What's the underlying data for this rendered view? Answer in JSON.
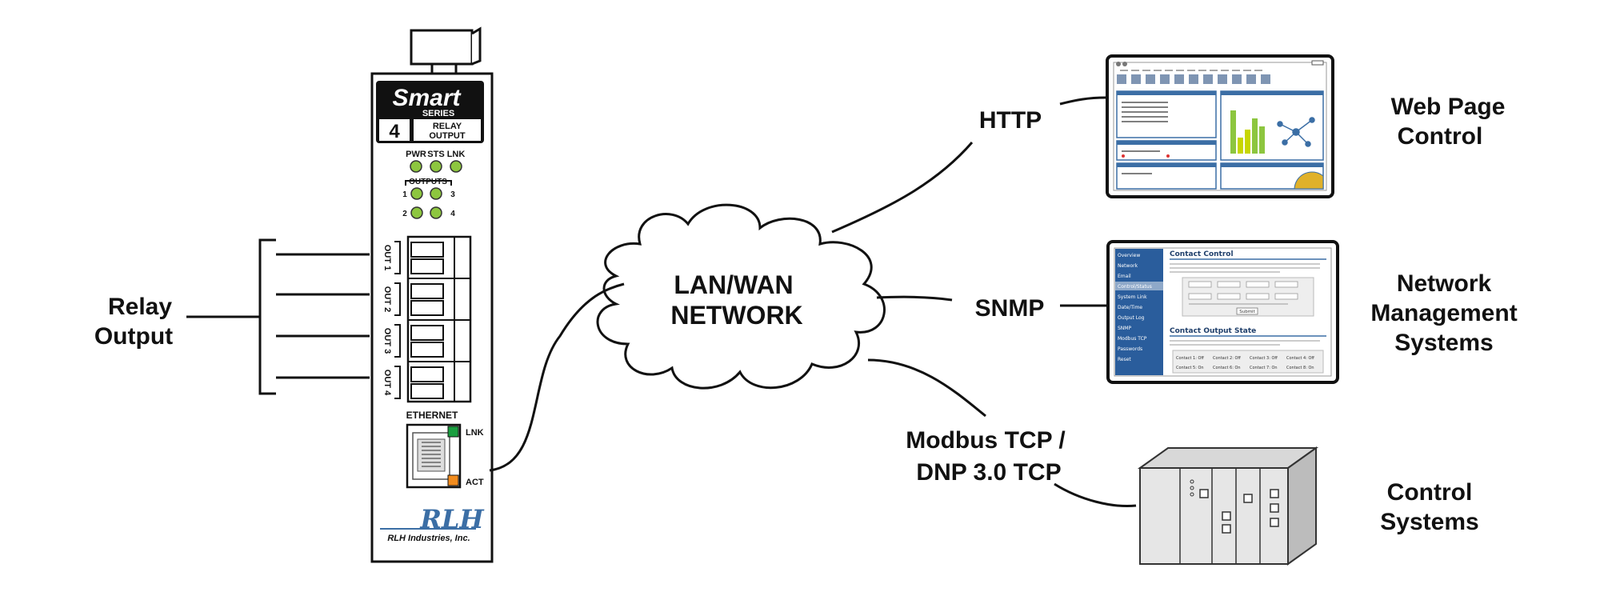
{
  "device": {
    "brand": "Smart",
    "series": "SERIES",
    "number": "4",
    "type_line1": "RELAY",
    "type_line2": "OUTPUT",
    "leds_top": [
      "PWR",
      "STS",
      "LNK"
    ],
    "outputs_label": "OUTPUTS",
    "output_numbers": [
      "1",
      "3",
      "2",
      "4"
    ],
    "terminals": [
      "OUT 1",
      "OUT 2",
      "OUT 3",
      "OUT 4"
    ],
    "ethernet_label": "ETHERNET",
    "lnk_label": "LNK",
    "act_label": "ACT",
    "logo": "RLH",
    "company": "RLH Industries, Inc.",
    "colors": {
      "led": "#8dc63f",
      "lnk": "#1a9e3f",
      "act": "#f28c1e",
      "logo": "#3b6ea5"
    }
  },
  "relay_output": {
    "line1": "Relay",
    "line2": "Output"
  },
  "cloud": {
    "line1": "LAN/WAN",
    "line2": "NETWORK"
  },
  "protocols": {
    "http": "HTTP",
    "snmp": "SNMP",
    "modbus_line1": "Modbus TCP /",
    "modbus_line2": "DNP 3.0 TCP"
  },
  "endpoints": {
    "web": {
      "line1": "Web Page",
      "line2": "Control"
    },
    "nms": {
      "line1": "Network",
      "line2": "Management",
      "line3": "Systems"
    },
    "control": {
      "line1": "Control",
      "line2": "Systems"
    }
  },
  "snmp_screen": {
    "menu": [
      "Overview",
      "Network",
      "Email",
      "Control/Status",
      "System Link",
      "Date/Time",
      "Output Log",
      "SNMP",
      "Modbus TCP",
      "Passwords",
      "Reset"
    ],
    "title": "Contact Control",
    "subtitle": "Contact Output State",
    "submit": "Submit",
    "contacts_row1": [
      "Contact 1: Off",
      "Contact 2: Off",
      "Contact 3: Off",
      "Contact 4: Off"
    ],
    "contacts_row2": [
      "Contact 5: On",
      "Contact 6: On",
      "Contact 7: On",
      "Contact 8: On"
    ],
    "colors": {
      "menu": "#2a5d9c",
      "header": "#3b6ea5"
    }
  }
}
